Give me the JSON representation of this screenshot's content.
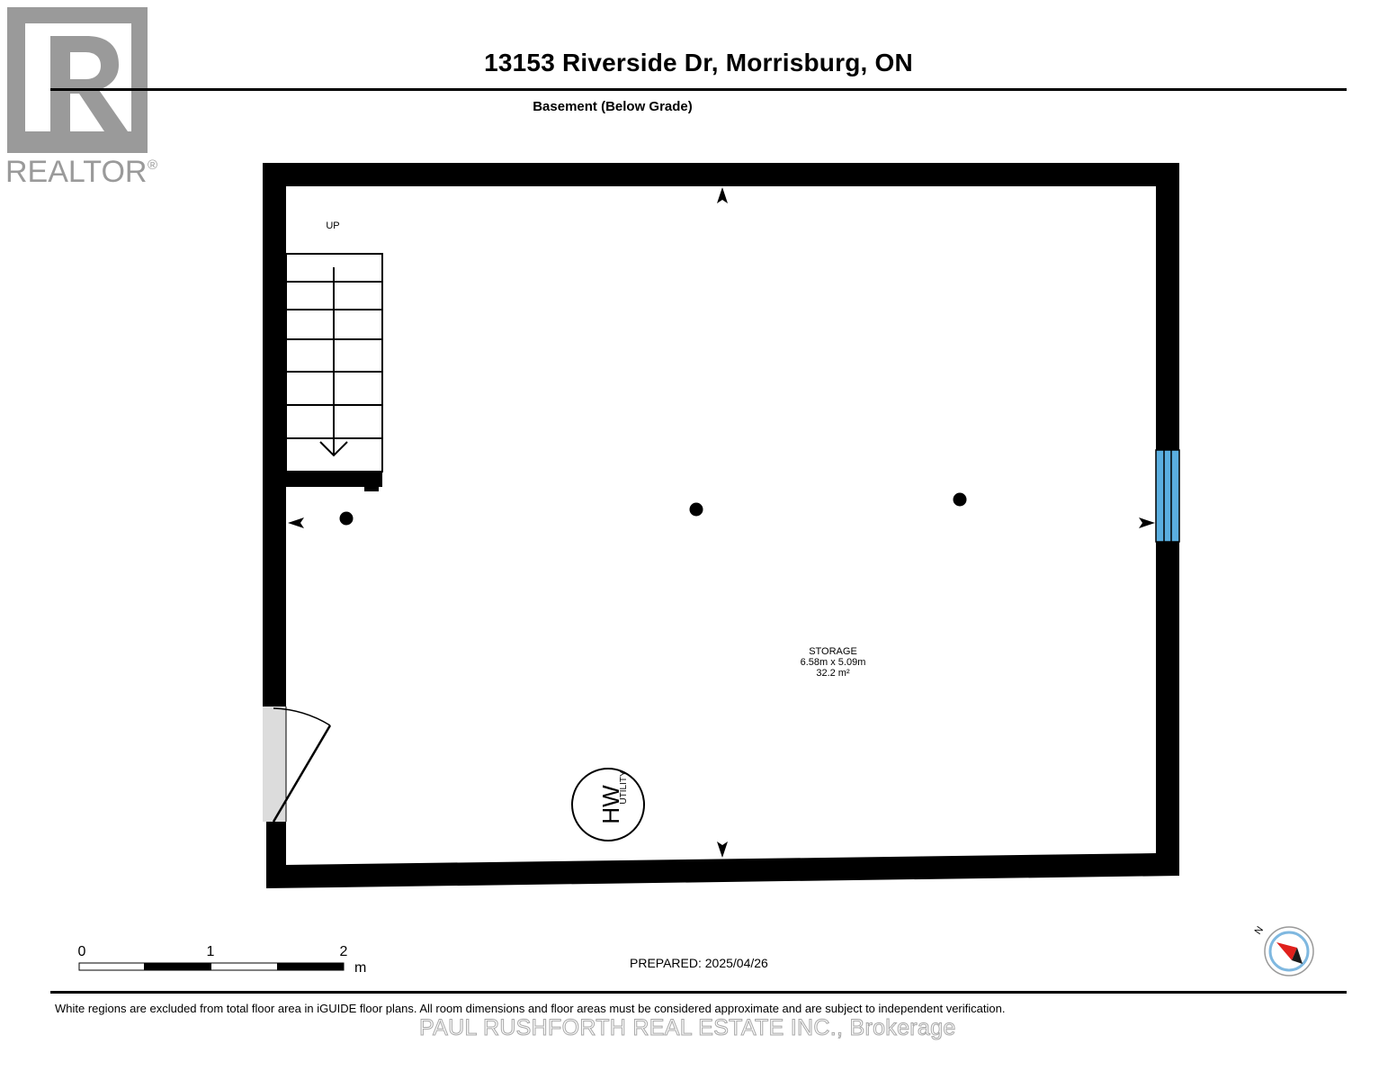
{
  "header": {
    "title": "13153 Riverside Dr, Morrisburg, ON",
    "subtitle": "Basement (Below Grade)"
  },
  "logo": {
    "name": "REALTOR",
    "mark": "®",
    "icon": "realtor-r-logo",
    "color": "#9a9a9a"
  },
  "plan": {
    "stairs_label": "UP",
    "room": {
      "name": "STORAGE",
      "dimensions": "6.58m x 5.09m",
      "area": "32.2 m²"
    },
    "equipment": {
      "symbol": "HW",
      "label": "UTILITY"
    },
    "window_color": "#5aaee0"
  },
  "scale_bar": {
    "ticks": [
      "0",
      "1",
      "2"
    ],
    "unit": "m"
  },
  "compass": {
    "label": "N",
    "accent_color": "#e0201c",
    "ring_color": "#7fb8e0"
  },
  "footer": {
    "prepared": "PREPARED: 2025/04/26",
    "disclaimer": "White regions are excluded from total floor area in iGUIDE floor plans. All room dimensions and floor areas must be considered approximate and are subject to independent verification.",
    "brokerage": "PAUL RUSHFORTH REAL ESTATE INC., Brokerage"
  }
}
